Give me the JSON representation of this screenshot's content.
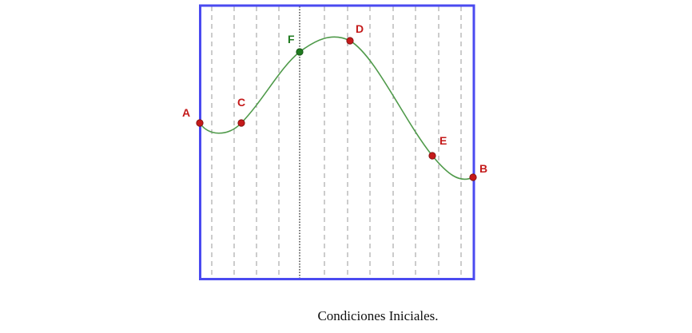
{
  "caption": "Condiciones Iniciales.",
  "colors": {
    "frame": "#4a4af0",
    "curve": "#4f9a4a",
    "point_red": "#c41a1a",
    "point_green": "#1f7a1f",
    "label_red": "#c41a1a",
    "label_green": "#1f7a1f",
    "grid_dashed": "#9a9a9a",
    "grid_dotted": "#333333"
  },
  "points": [
    {
      "id": "A",
      "label": "A",
      "color": "red"
    },
    {
      "id": "B",
      "label": "B",
      "color": "red"
    },
    {
      "id": "C",
      "label": "C",
      "color": "red"
    },
    {
      "id": "D",
      "label": "D",
      "color": "red"
    },
    {
      "id": "E",
      "label": "E",
      "color": "red"
    },
    {
      "id": "F",
      "label": "F",
      "color": "green"
    }
  ]
}
